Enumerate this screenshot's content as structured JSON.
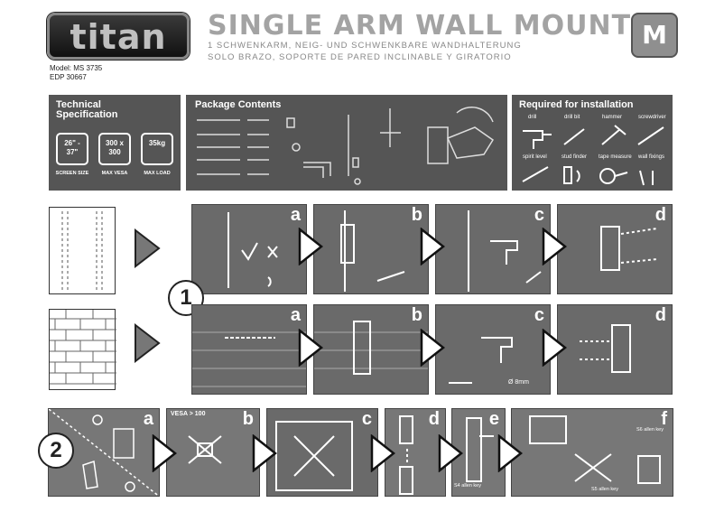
{
  "brand": {
    "logo": "titan",
    "model": "Model: MS 3735",
    "edp": "EDP 30667"
  },
  "header": {
    "title": "SINGLE ARM WALL MOUNT",
    "subtitle_de": "1 SCHWENKARM, NEIG- UND SCHWENKBARE WANDHALTERUNG",
    "subtitle_es": "SOLO BRAZO, SOPORTE DE PARED INCLINABLE Y GIRATORIO",
    "size_badge": "M"
  },
  "tech_spec": {
    "title": "Technical Specification",
    "screen_value": "26\" - 37\"",
    "vesa_value": "300 x 300",
    "load_value": "35kg",
    "screen_label": "SCREEN SIZE",
    "vesa_label": "MAX VESA",
    "load_label": "MAX LOAD"
  },
  "package": {
    "title": "Package Contents"
  },
  "required": {
    "title": "Required for installation",
    "tools": [
      "drill",
      "drill bit",
      "hammer",
      "screwdriver",
      "spirit level",
      "stud finder",
      "tape measure",
      "wall fixings"
    ]
  },
  "step1": {
    "number": "1",
    "row1_letters": [
      "a",
      "b",
      "c",
      "d"
    ],
    "row2_letters": [
      "a",
      "b",
      "c",
      "d"
    ],
    "drill_size": "Ø 8mm"
  },
  "step2": {
    "number": "2",
    "letters": [
      "a",
      "b",
      "c",
      "d",
      "e",
      "f"
    ],
    "vesa_note": "VESA > 100",
    "allen_key_e": "S4 allen key",
    "allen_key_f1": "S6 allen key",
    "allen_key_f2": "S5 allen key"
  }
}
